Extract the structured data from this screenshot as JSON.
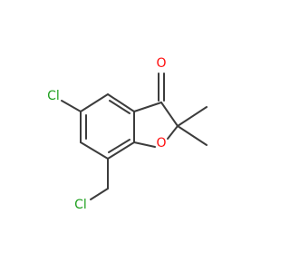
{
  "molecule": {
    "labels": {
      "oxo": "O",
      "ring_oxygen": "O",
      "chloro_ring": "Cl",
      "chloro_methyl": "Cl"
    },
    "colors": {
      "bond": "#3c3c3c",
      "oxygen": "#ff0d0d",
      "chlorine": "#1fa01f"
    }
  }
}
